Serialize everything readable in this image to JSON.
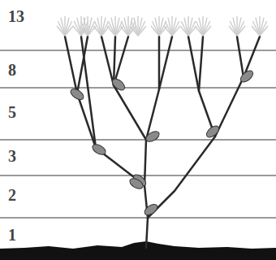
{
  "diagram": {
    "labels": [
      "13",
      "8",
      "5",
      "3",
      "2",
      "1"
    ]
  }
}
